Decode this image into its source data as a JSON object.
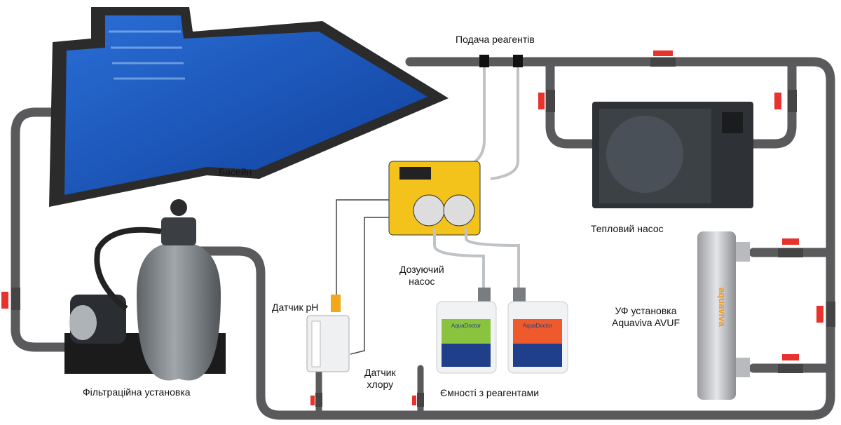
{
  "labels": {
    "pool": "Басейн",
    "reagent_feed": "Подача реагентів",
    "heat_pump": "Тепловий насос",
    "dosing_pump_line1": "Дозуючий",
    "dosing_pump_line2": "насос",
    "ph_sensor": "Датчик pH",
    "chlorine_sensor_line1": "Датчик",
    "chlorine_sensor_line2": "хлору",
    "containers": "Ємності з реагентами",
    "uv_line1": "УФ установка",
    "uv_line2": "Aquaviva AVUF",
    "filtration": "Фільтраційна установка"
  },
  "logos": {
    "canister": "AquaDoctor",
    "uv": "aquaviva"
  },
  "colors": {
    "pipe": "#5a5a5c",
    "valve_handle": "#e8322d",
    "pool_water": "#1f5fc0",
    "pool_edge": "#2a2a2a",
    "dosing_body": "#f3c21b"
  }
}
